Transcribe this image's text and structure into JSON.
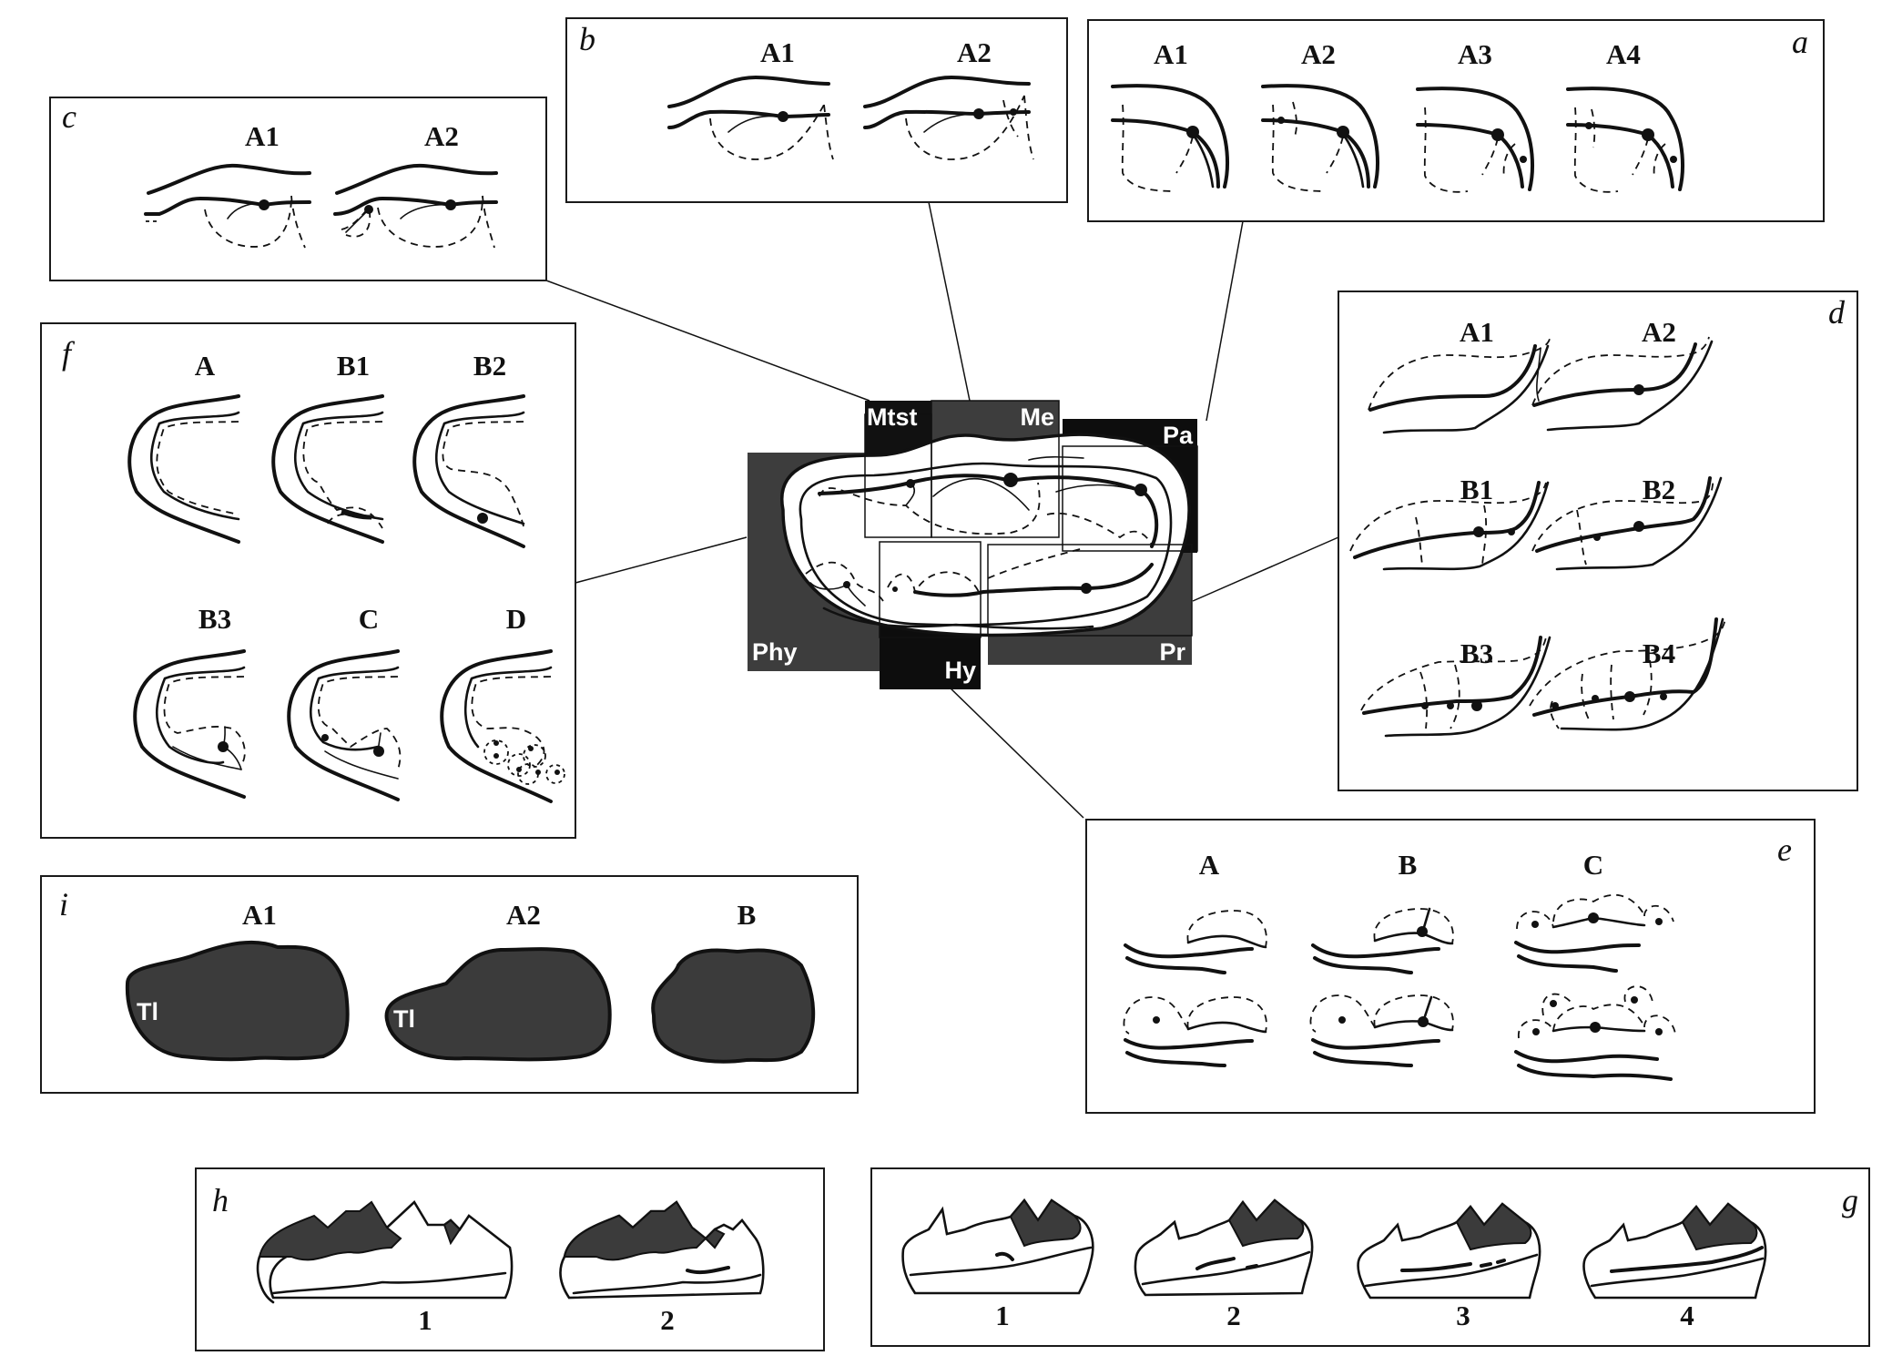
{
  "figure": {
    "central_tooth": {
      "regions": [
        {
          "id": "mtst",
          "label": "Mtst",
          "color": "#111111"
        },
        {
          "id": "me",
          "label": "Me",
          "color": "#3d3d3d"
        },
        {
          "id": "pa",
          "label": "Pa",
          "color": "#0d0d0d"
        },
        {
          "id": "phy",
          "label": "Phy",
          "color": "#3d3d3d"
        },
        {
          "id": "hy",
          "label": "Hy",
          "color": "#0d0d0d"
        },
        {
          "id": "pr",
          "label": "Pr",
          "color": "#3d3d3d"
        }
      ]
    },
    "panels": {
      "a": {
        "letter": "a",
        "stages": [
          "A1",
          "A2",
          "A3",
          "A4"
        ]
      },
      "b": {
        "letter": "b",
        "stages": [
          "A1",
          "A2"
        ]
      },
      "c": {
        "letter": "c",
        "stages": [
          "A1",
          "A2"
        ]
      },
      "d": {
        "letter": "d",
        "stages": [
          "A1",
          "A2",
          "B1",
          "B2",
          "B3",
          "B4"
        ]
      },
      "e": {
        "letter": "e",
        "stages": [
          "A",
          "B",
          "C"
        ]
      },
      "f": {
        "letter": "f",
        "stages": [
          "A",
          "B1",
          "B2",
          "B3",
          "C",
          "D"
        ]
      },
      "g": {
        "letter": "g",
        "stages": [
          "1",
          "2",
          "3",
          "4"
        ]
      },
      "h": {
        "letter": "h",
        "stages": [
          "1",
          "2"
        ]
      },
      "i": {
        "letter": "i",
        "stages": [
          "A1",
          "A2",
          "B"
        ],
        "inner_labels": [
          "Tl",
          "Tl"
        ]
      }
    },
    "colors": {
      "dark_fill": "#3b3b3b",
      "line": "#111111",
      "background": "#ffffff"
    }
  }
}
